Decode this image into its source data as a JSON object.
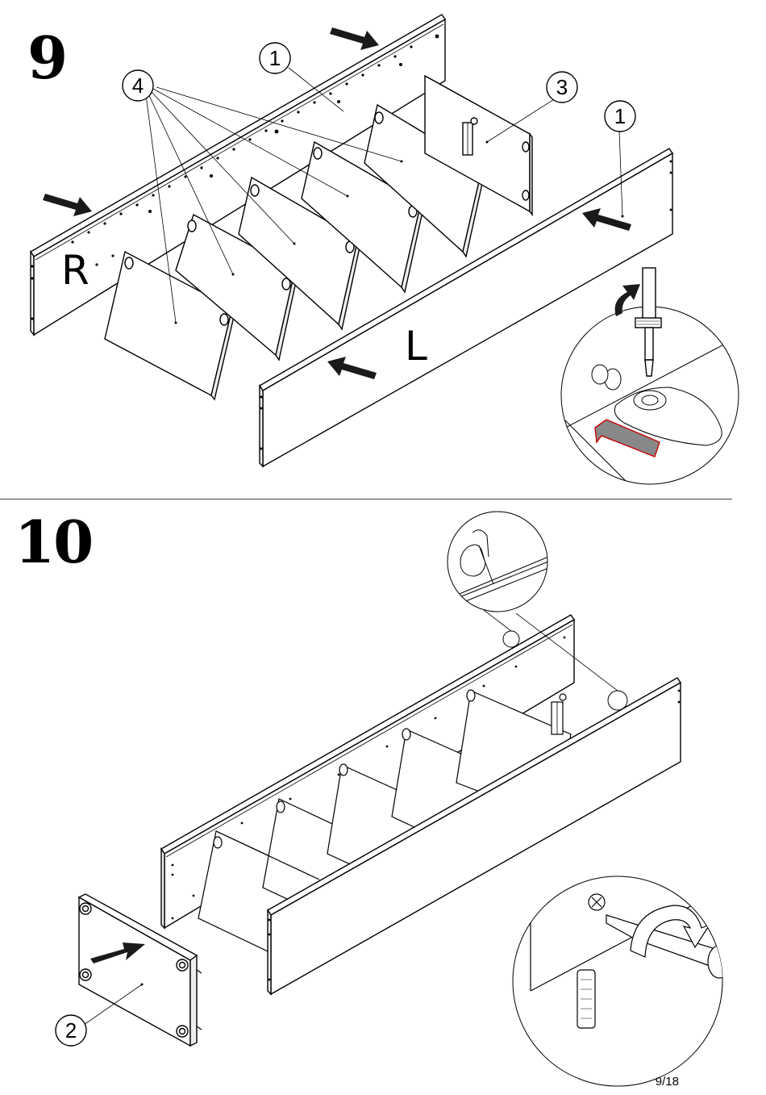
{
  "steps": [
    {
      "number": "9"
    },
    {
      "number": "10"
    }
  ],
  "step9": {
    "callouts": [
      {
        "label": "1"
      },
      {
        "label": "4"
      },
      {
        "label": "3"
      },
      {
        "label": "1"
      }
    ],
    "side_labels": {
      "right": "R",
      "left": "L"
    }
  },
  "step10": {
    "callouts": [
      {
        "label": "2"
      }
    ]
  },
  "footer": {
    "page_number": "9/18"
  },
  "colors": {
    "line": "#000000",
    "arrow": "#1a1a1a",
    "highlight_arrow": "#cc0000",
    "highlight_fill": "#888888"
  },
  "icons": [
    "push-arrow-icon",
    "screwdriver-icon",
    "rotate-arrow-icon",
    "cam-lock-icon",
    "cam-bolt-icon",
    "dowel-icon",
    "hand-icon"
  ]
}
